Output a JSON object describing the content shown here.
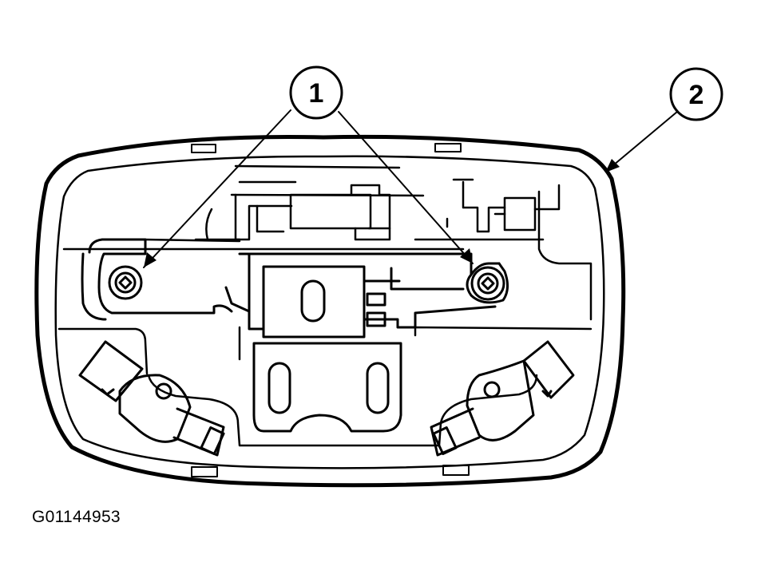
{
  "callouts": [
    {
      "id": "1"
    },
    {
      "id": "2"
    }
  ],
  "figure_id": "G01144953",
  "colors": {
    "ink": "#000000",
    "paper": "#ffffff"
  }
}
